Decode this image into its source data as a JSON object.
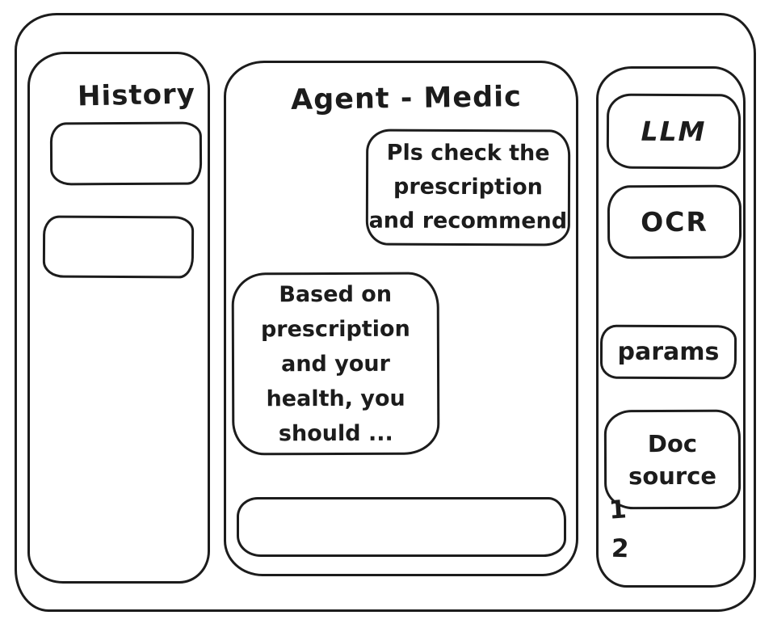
{
  "style": {
    "stroke_color": "#1c1c1c",
    "background_color": "#ffffff"
  },
  "history_panel": {
    "title": "History",
    "items": [
      {
        "label": ""
      },
      {
        "label": ""
      }
    ]
  },
  "chat_panel": {
    "title": "Agent - Medic",
    "messages": [
      {
        "role": "user",
        "text": "Pls check the\nprescription\nand recommend"
      },
      {
        "role": "assistant",
        "text": "Based on\nprescription\nand your\nhealth, you\nshould ..."
      }
    ],
    "input": {
      "value": "",
      "placeholder": ""
    }
  },
  "tools_panel": {
    "buttons": [
      {
        "label": "LLM"
      },
      {
        "label": "OCR"
      },
      {
        "label": "params"
      },
      {
        "label": "Doc source"
      }
    ],
    "doc_sources": [
      "1",
      "2"
    ]
  }
}
